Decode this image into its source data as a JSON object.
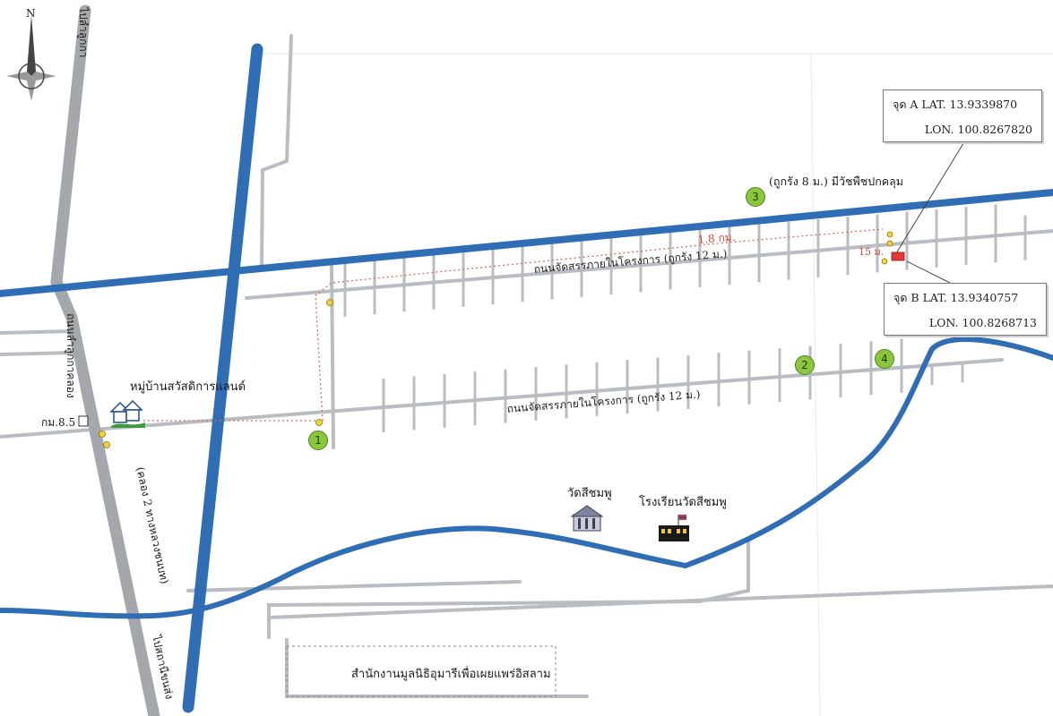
{
  "north": {
    "label": "N",
    "icon": "north-arrow-icon"
  },
  "labels": {
    "highway_top": "ไปลำลูกกา",
    "highway_bottom": "ไปสถานีขนส่ง",
    "highway_name_a": "ถนนลำลูกกาคลอง",
    "highway_name_b": "(คลอง 2 ทางหลวงชนบท)",
    "km": "กม.8.5",
    "village": "หมู่บ้านสวัสดิการแลนด์",
    "road_top": "ถนนจัดสรรภายในโครงการ (ถูกรัง 12 ม.)",
    "road_mid": "ถนนจัดสรรภายในโครงการ (ถูกรัง 12 ม.)",
    "road_note": "(ถูกรัง 8 ม.) มีวัชพืชปกคลุม",
    "distance": "1.8 กม.",
    "distance_small": "15 ม.",
    "temple": "วัดสีชมพู",
    "school": "โรงเรียนวัดสีชมพู",
    "office": "สำนักงานมูลนิธิอุมารีเพื่อเผยแพร่อิสลาม"
  },
  "point_a": {
    "title": "จุด A LAT. 13.9339870",
    "lon": "LON. 100.8267820"
  },
  "point_b": {
    "title": "จุด B LAT. 13.9340757",
    "lon": "LON. 100.8268713"
  },
  "markers": [
    "1",
    "2",
    "3",
    "4"
  ],
  "colors": {
    "canal": "#2f6db5",
    "road": "#b9bdc2",
    "marker": "#8cc63f",
    "target": "#e53935"
  }
}
